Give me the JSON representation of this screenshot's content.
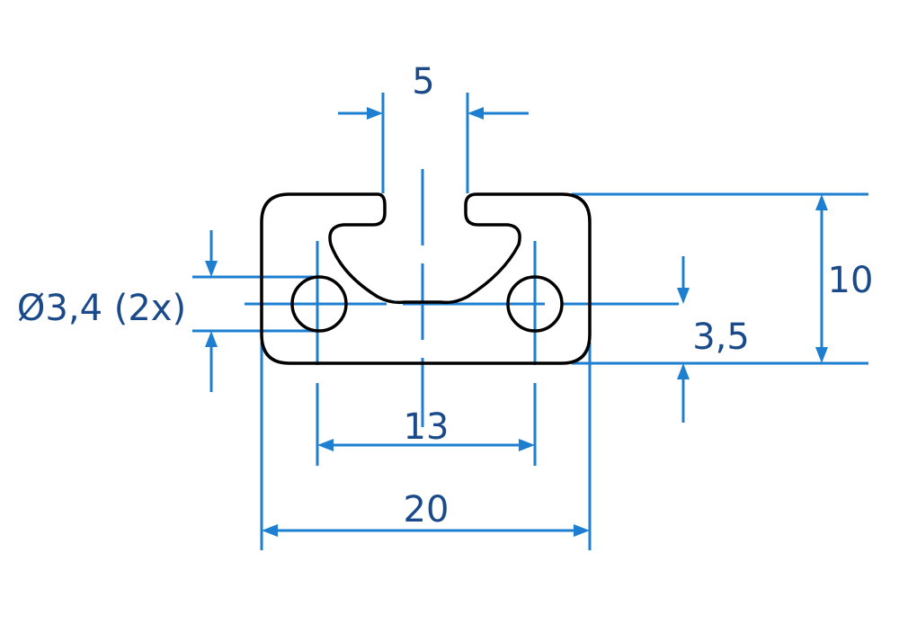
{
  "colors": {
    "profile_outline": "#000000",
    "dimension_line": "#1e7fd0",
    "dimension_text": "#1a4a8a",
    "background": "#ffffff"
  },
  "dimensions": {
    "slot_width": "5",
    "height": "10",
    "hole_offset": "3,5",
    "hole_spacing": "13",
    "width": "20",
    "hole_diameter": "Ø3,4 (2x)"
  }
}
